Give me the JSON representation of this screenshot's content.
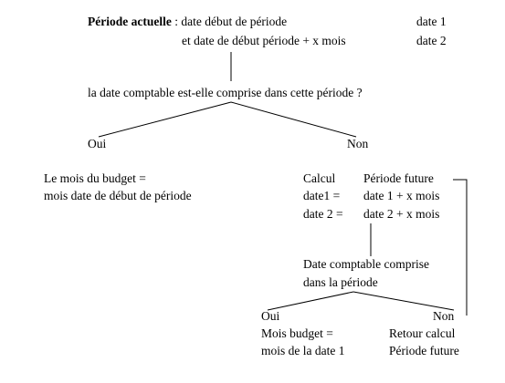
{
  "period": {
    "label": "Période actuelle",
    "line1_rest": " : date début de période",
    "line1_value": "date 1",
    "line2": "et date de début période + x mois",
    "line2_value": "date 2"
  },
  "question1": "la date comptable est-elle comprise dans cette période ?",
  "oui1": "Oui",
  "non1": "Non",
  "budget_month": {
    "line1": "Le mois du budget =",
    "line2": "mois date de début de période"
  },
  "calc": {
    "label": "Calcul",
    "row1_label": "date1 =",
    "row2_label": "date 2 =",
    "future_label": "Période future",
    "row1_value": "date 1 + x mois",
    "row2_value": "date 2 + x mois"
  },
  "question2": {
    "line1": "Date comptable comprise",
    "line2": "dans la période"
  },
  "oui2": "Oui",
  "non2": "Non",
  "budget2": {
    "line1": "Mois budget =",
    "line2": "mois de la date 1"
  },
  "retour": {
    "line1": "Retour calcul",
    "line2": "Période future"
  }
}
